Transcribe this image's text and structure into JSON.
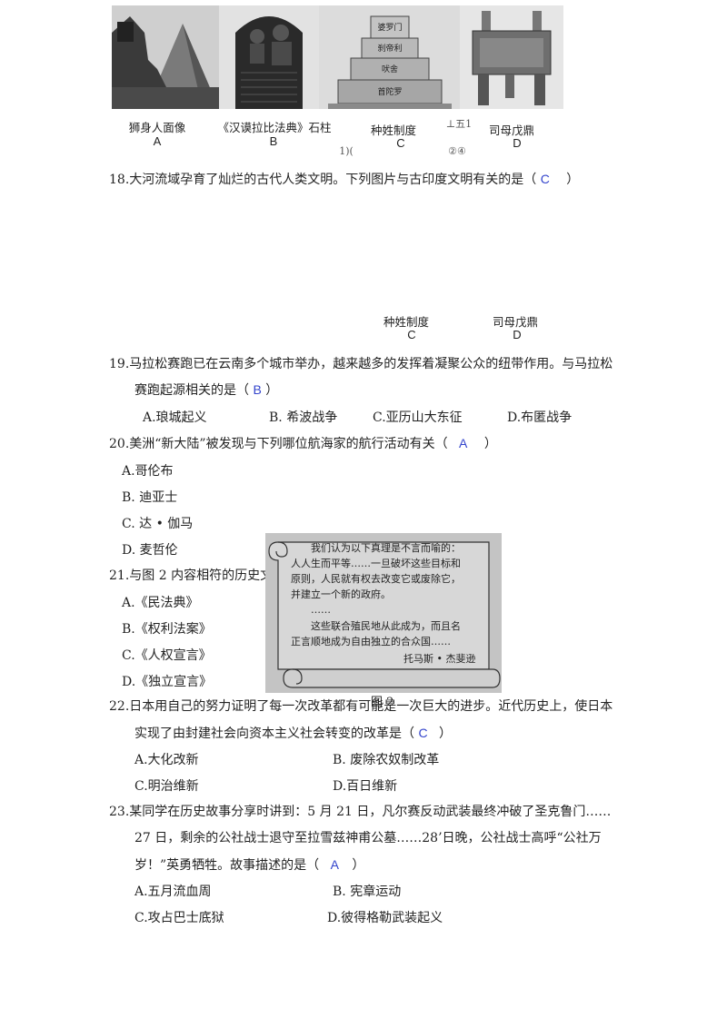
{
  "top_images": {
    "items": [
      {
        "caption": "狮身人面像",
        "letter": "A"
      },
      {
        "caption": "《汉谟拉比法典》石柱",
        "letter": "B"
      },
      {
        "caption": "种姓制度",
        "letter": "C"
      },
      {
        "caption": "司母戊鼎",
        "letter": "D"
      }
    ],
    "tower_levels": [
      "婆罗门",
      "刹帝利",
      "吠舍",
      "首陀罗"
    ],
    "stray_marks": [
      "1)(",
      "⊥五1",
      "②④"
    ]
  },
  "questions": [
    {
      "stem": "18.大河流域孕育了灿烂的古代人类文明。下列图片与古印度文明有关的是（",
      "answer": "C",
      "close": "）"
    },
    {
      "stem_line1": "19.马拉松赛跑已在云南多个城市举办，越来越多的发挥着凝聚公众的纽带作用。与马拉松",
      "stem_line2": "赛跑起源相关的是（",
      "answer": "B",
      "close": "）",
      "options": [
        "A.琅城起义",
        "B. 希波战争",
        "C.亚历山大东征",
        "D.布匿战争"
      ]
    },
    {
      "stem": "20.美洲“新大陆”被发现与下列哪位航海家的航行活动有关（",
      "answer": "A",
      "close": "）",
      "options": [
        "A.哥伦布",
        "B. 迪亚士",
        "C. 达 • 伽马",
        "D. 麦哲伦"
      ]
    },
    {
      "stem": "21.与图 2 内容相符的历史文",
      "options": [
        "A.《民法典》",
        "B.《权利法案》",
        "C.《人权宣言》",
        "D.《独立宣言》"
      ]
    },
    {
      "stem_line1": "22.日本用自己的努力证明了每一次改革都有可能是一次巨大的进步。近代历史上，使日本",
      "stem_line2": "实现了由封建社会向资本主义社会转变的改革是（",
      "answer": "C",
      "close": "）",
      "options": [
        "A.大化改新",
        "B. 废除农奴制改革",
        "C.明治维新",
        "D.百日维新"
      ]
    },
    {
      "stem_line1": "23.某同学在历史故事分享时讲到：5 月 21 日，凡尔赛反动武装最终冲破了圣克鲁门……",
      "stem_line2": "27 日，剩余的公社战士退守至拉雪兹神甫公墓……28’日晚，公社战士高呼“公社万",
      "stem_line3": "岁！”英勇牺牲。故事描述的是（",
      "answer": "A",
      "close": "）",
      "options": [
        "A.五月流血周",
        "B. 宪章运动",
        "C.攻占巴士底狱",
        "D.彼得格勒武装起义"
      ]
    }
  ],
  "q18_repeat_captions": [
    {
      "caption": "种姓制度",
      "letter": "C"
    },
    {
      "caption": "司母戊鼎",
      "letter": "D"
    }
  ],
  "figure2": {
    "lines": [
      "我们认为以下真理是不言而喻的：",
      "人人生而平等……一旦破坏这些目标和",
      "原则，人民就有权去改变它或废除它，",
      "并建立一个新的政府。",
      "……",
      "这些联合殖民地从此成为，而且名",
      "正言顺地成为自由独立的合众国……",
      "托马斯 • 杰斐逊"
    ],
    "label": "图 2"
  }
}
